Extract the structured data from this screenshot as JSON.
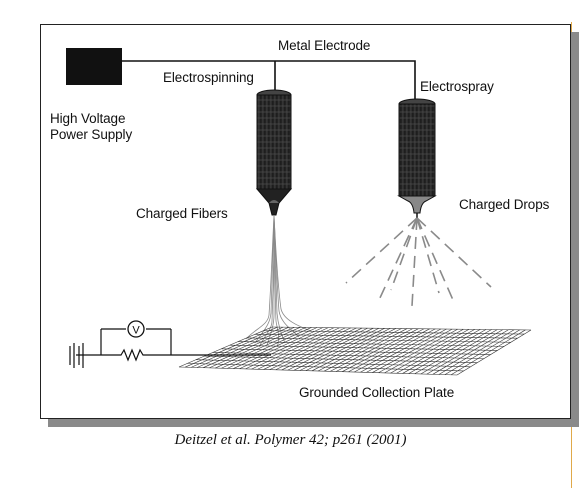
{
  "figure": {
    "labels": {
      "metal_electrode": "Metal Electrode",
      "electrospinning": "Electrospinning",
      "electrospray": "Electrospray",
      "power_supply_line1": "High Voltage",
      "power_supply_line2": "Power Supply",
      "charged_fibers": "Charged Fibers",
      "charged_drops": "Charged Drops",
      "collection_plate": "Grounded Collection Plate",
      "voltmeter_symbol": "V"
    },
    "colors": {
      "ink": "#111111",
      "syringe_body": "#2b2b2b",
      "shadow": "#8a8a8a"
    }
  },
  "caption": "Deitzel  et al. Polymer 42; p261 (2001)"
}
